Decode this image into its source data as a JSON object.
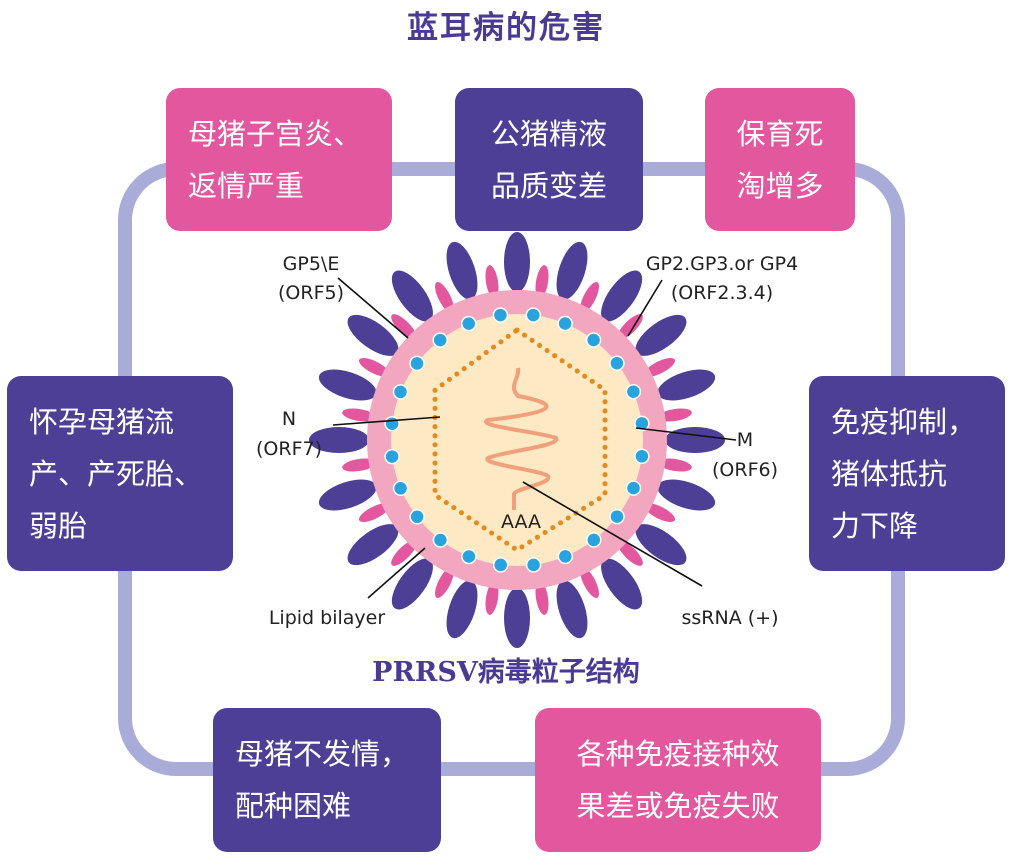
{
  "title": "蓝耳病的危害",
  "boxes": {
    "top_left": "母猪子宫炎、\n返情严重",
    "top_center": "公猪精液\n品质变差",
    "top_right": "保育死\n淘增多",
    "mid_left": "怀孕母猪流\n产、产死胎、\n弱胎",
    "mid_right": "免疫抑制，\n猪体抵抗\n力下降",
    "bottom_left": "母猪不发情，\n配种困难",
    "bottom_right": "各种免疫接种效\n果差或免疫失败"
  },
  "virus_labels": {
    "gp5_line1": "GP5\\E",
    "gp5_line2": "(ORF5)",
    "gp234_line1": "GP2.GP3.or GP4",
    "gp234_line2": "(ORF2.3.4)",
    "n_line1": "N",
    "n_line2": "(ORF7)",
    "m_line1": "M",
    "m_line2": "(ORF6)",
    "aaa": "AAA",
    "lipid": "Lipid bilayer",
    "ssrna": "ssRNA (+)"
  },
  "caption": "PRRSV病毒粒子结构",
  "colors": {
    "title": "#4a3a93",
    "pink_box": "#e3579f",
    "purple_box": "#4c3f95",
    "ring": "#a9acd9",
    "spike_purple": "#4c3f95",
    "spike_pink": "#e3579f",
    "membrane": "#f3a6c0",
    "core": "#fde9c4",
    "dot_blue": "#29a3dd",
    "capsid": "#e58a1d",
    "rna": "#f0a07a"
  }
}
